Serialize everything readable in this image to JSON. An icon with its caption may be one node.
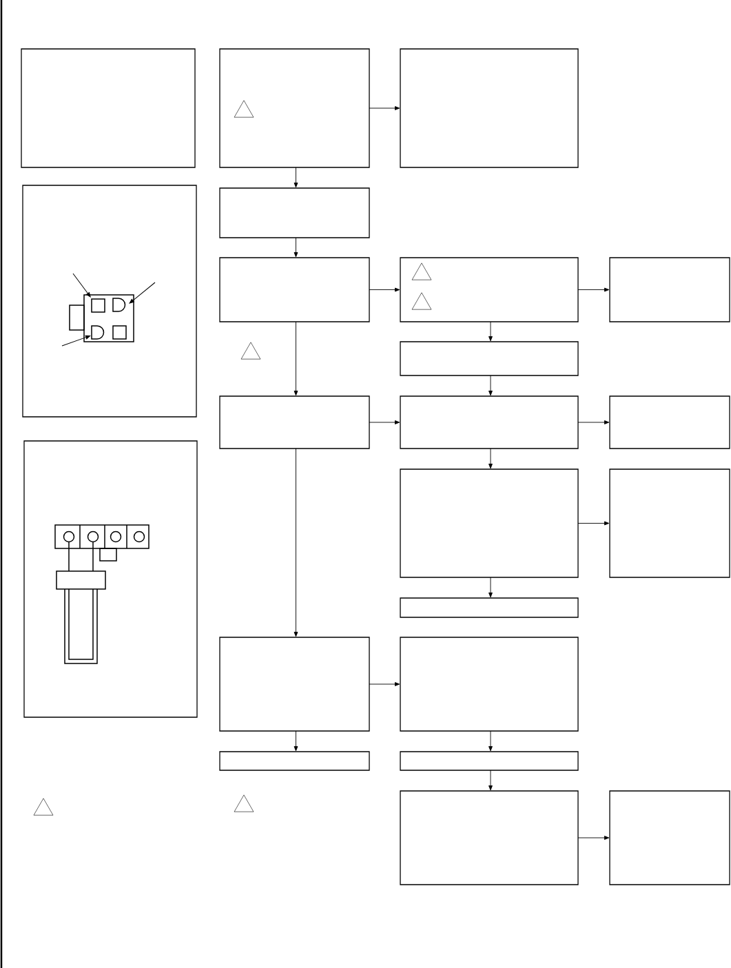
{
  "diagram": {
    "nodes": [
      {
        "text": [],
        "shape": "box"
      },
      {
        "text": [],
        "shape": "box"
      },
      {
        "text": [],
        "shape": "box"
      },
      {
        "text": [],
        "shape": "box"
      },
      {
        "text": [],
        "shape": "box"
      },
      {
        "text": [],
        "shape": "box"
      },
      {
        "text": [],
        "shape": "box"
      },
      {
        "text": [],
        "shape": "box"
      },
      {
        "text": [],
        "shape": "box"
      },
      {
        "text": [],
        "shape": "box"
      },
      {
        "text": [],
        "shape": "box"
      },
      {
        "text": [],
        "shape": "box"
      },
      {
        "text": [],
        "shape": "box"
      },
      {
        "text": [],
        "shape": "box"
      },
      {
        "text": [],
        "shape": "box"
      },
      {
        "text": [],
        "shape": "box"
      },
      {
        "text": [],
        "shape": "box"
      },
      {
        "text": [],
        "shape": "box"
      },
      {
        "text": [],
        "shape": "box"
      },
      {
        "text": [],
        "shape": "box"
      },
      {
        "text": [],
        "shape": "box"
      },
      {
        "text": [],
        "shape": "box"
      }
    ],
    "edges": [
      {
        "from": 1,
        "to": 2,
        "arrow": "to"
      },
      {
        "from": 1,
        "to": 4,
        "arrow": "to"
      },
      {
        "from": 4,
        "to": 5,
        "arrow": "to"
      },
      {
        "from": 5,
        "to": 6,
        "arrow": "to"
      },
      {
        "from": 6,
        "to": 7,
        "arrow": "to"
      },
      {
        "from": 6,
        "to": 8,
        "arrow": "to"
      },
      {
        "from": 8,
        "to": 10,
        "arrow": "to"
      },
      {
        "from": 5,
        "to": 9,
        "arrow": "to"
      },
      {
        "from": 9,
        "to": 10,
        "arrow": "to"
      },
      {
        "from": 10,
        "to": 11,
        "arrow": "to"
      },
      {
        "from": 10,
        "to": 13,
        "arrow": "to"
      },
      {
        "from": 13,
        "to": 14,
        "arrow": "to"
      },
      {
        "from": 13,
        "to": 15,
        "arrow": "to"
      },
      {
        "from": 9,
        "to": 16,
        "arrow": "to"
      },
      {
        "from": 16,
        "to": 17,
        "arrow": "to"
      },
      {
        "from": 16,
        "to": 18,
        "arrow": "to"
      },
      {
        "from": 17,
        "to": 19,
        "arrow": "to"
      },
      {
        "from": 19,
        "to": 20,
        "arrow": "to"
      },
      {
        "from": 20,
        "to": 21,
        "arrow": "to"
      }
    ]
  }
}
